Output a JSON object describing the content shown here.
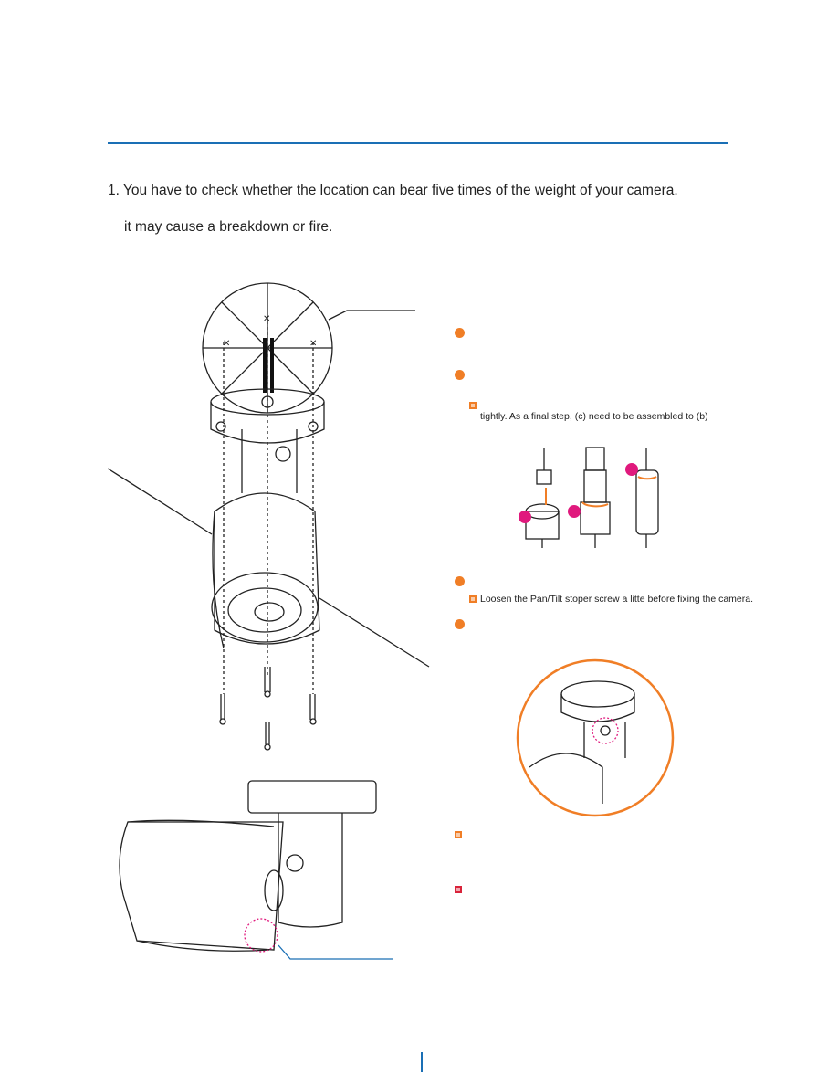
{
  "section": {
    "line1": "1. You have to check whether the location can bear five times of the weight of your camera.",
    "line2": "it may cause a breakdown or fire."
  },
  "steps": {
    "note1_text": "tightly. As a final step, (c) need to be assembled to (b)",
    "note2_text": "Loosen the Pan/Tilt stoper screw a litte before fixing the camera."
  },
  "colors": {
    "accent_blue": "#1a6fb5",
    "bullet_orange": "#f07e26",
    "marker_magenta": "#e0197d",
    "warning_red": "#d9233a"
  }
}
